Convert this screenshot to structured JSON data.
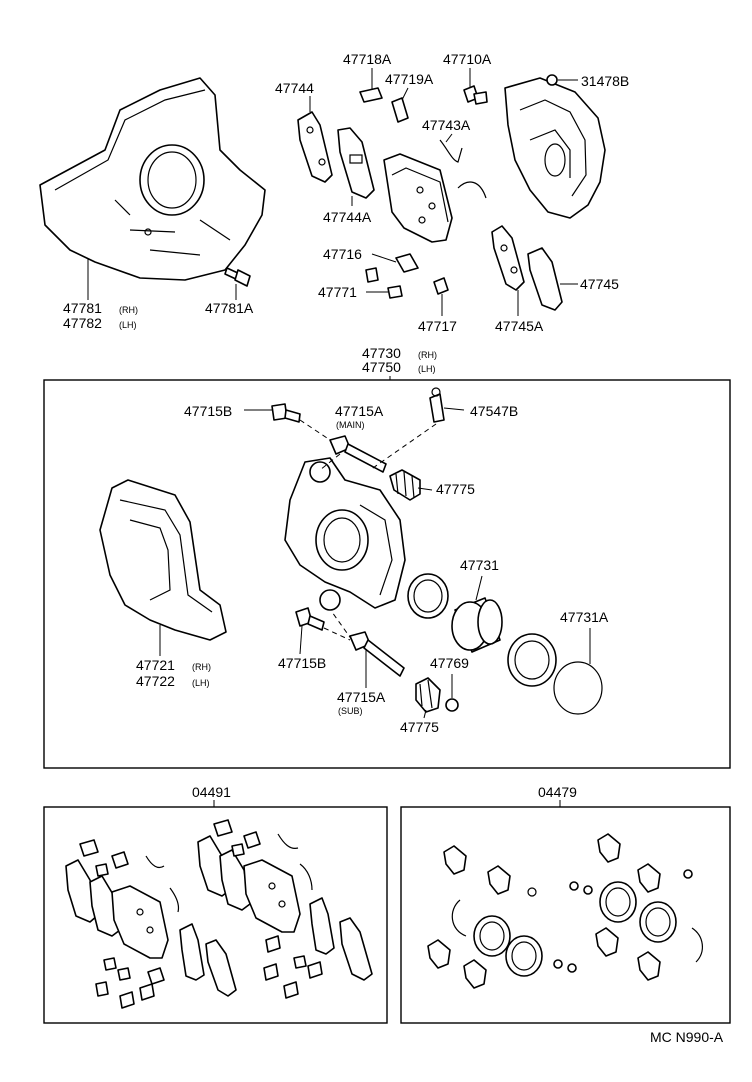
{
  "labels": {
    "p47744": "47744",
    "p47718A": "47718A",
    "p47719A": "47719A",
    "p47710A": "47710A",
    "p31478B": "31478B",
    "p47743A": "47743A",
    "p47744A": "47744A",
    "p47716": "47716",
    "p47771": "47771",
    "p47717": "47717",
    "p47745A": "47745A",
    "p47745": "47745",
    "p47781": "47781",
    "p47782": "47782",
    "p47781A": "47781A",
    "p47730": "47730",
    "p47750": "47750",
    "p47715B_top": "47715B",
    "p47715A_top": "47715A",
    "p47547B": "47547B",
    "p47775_top": "47775",
    "p47731": "47731",
    "p47731A": "47731A",
    "p47721": "47721",
    "p47722": "47722",
    "p47715B_bot": "47715B",
    "p47769": "47769",
    "p47715A_bot": "47715A",
    "p47775_bot": "47775",
    "kit04491": "04491",
    "kit04479": "04479",
    "code": "MC N990-A"
  },
  "notes": {
    "rh": "(RH)",
    "lh": "(LH)",
    "main": "(MAIN)",
    "sub": "(SUB)"
  }
}
